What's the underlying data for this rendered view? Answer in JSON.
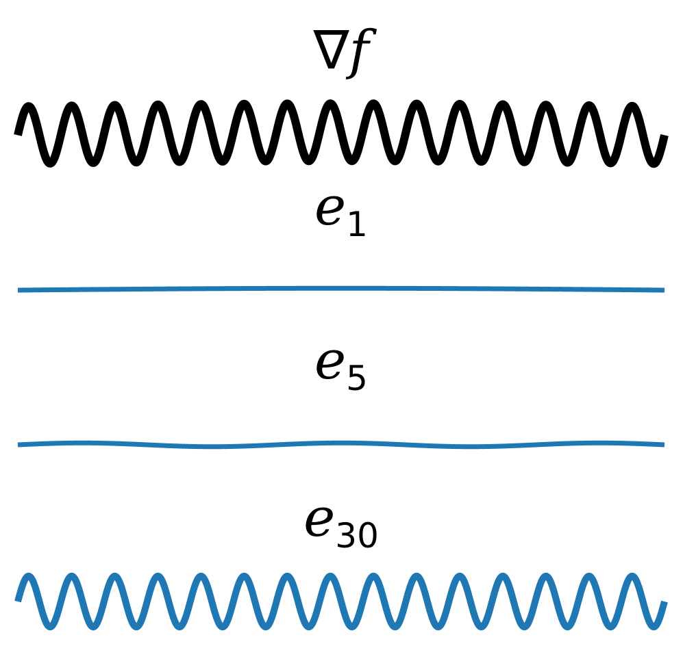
{
  "chart_data": [
    {
      "type": "line",
      "title": "∇f",
      "title_symbol": "∇",
      "title_italic": "f",
      "title_subscript": "",
      "color": "#000000",
      "series": [
        {
          "kind": "signal",
          "base_frequency": 1,
          "components": [
            {
              "frequency": 30,
              "amplitude": 1.0
            },
            {
              "frequency": 1,
              "amplitude": 0.1
            }
          ]
        }
      ],
      "xlim": [
        0,
        1
      ],
      "ylim": [
        -1.25,
        1.25
      ],
      "axis": "off"
    },
    {
      "type": "line",
      "title": "e1",
      "title_symbol": "",
      "title_italic": "e",
      "title_subscript": "1",
      "color": "#1f77b4",
      "series": [
        {
          "kind": "eigenvector",
          "frequency": 1,
          "amplitude": 1.0
        }
      ],
      "xlim": [
        0,
        1
      ],
      "ylim": [
        -8,
        8
      ],
      "axis": "off"
    },
    {
      "type": "line",
      "title": "e5",
      "title_symbol": "",
      "title_italic": "e",
      "title_subscript": "5",
      "color": "#1f77b4",
      "series": [
        {
          "kind": "eigenvector",
          "frequency": 5,
          "amplitude": 1.0
        }
      ],
      "xlim": [
        0,
        1
      ],
      "ylim": [
        -8,
        8
      ],
      "axis": "off"
    },
    {
      "type": "line",
      "title": "e30",
      "title_symbol": "",
      "title_italic": "e",
      "title_subscript": "30",
      "color": "#1f77b4",
      "series": [
        {
          "kind": "eigenvector",
          "frequency": 30,
          "amplitude": 1.0
        }
      ],
      "xlim": [
        0,
        1
      ],
      "ylim": [
        -1.05,
        1.05
      ],
      "axis": "off"
    }
  ]
}
